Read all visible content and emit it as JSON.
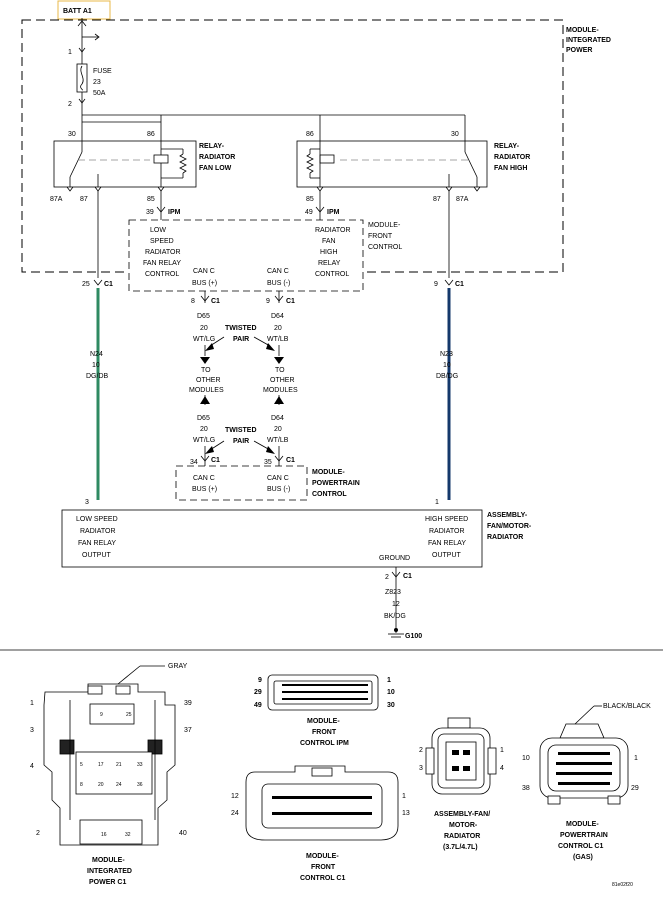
{
  "batt": "BATT A1",
  "mip": {
    "title": [
      "MODULE-",
      "INTEGRATED",
      "POWER"
    ]
  },
  "fuse": {
    "pin_top": "1",
    "pin_bot": "2",
    "label": [
      "FUSE",
      "23",
      "50A"
    ]
  },
  "relay_low": {
    "title": [
      "RELAY-",
      "RADIATOR",
      "FAN LOW"
    ],
    "pins": {
      "p30": "30",
      "p86": "86",
      "p87a": "87A",
      "p87": "87",
      "p85": "85"
    }
  },
  "relay_high": {
    "title": [
      "RELAY-",
      "RADIATOR",
      "FAN HIGH"
    ],
    "pins": {
      "p86": "86",
      "p30": "30",
      "p87": "87",
      "p87a": "87A",
      "p85": "85"
    }
  },
  "ipm_pins": {
    "left": "39",
    "right": "49",
    "conn": "IPM"
  },
  "fcm": {
    "title": [
      "MODULE-",
      "FRONT",
      "CONTROL"
    ],
    "low_text": [
      "LOW",
      "SPEED",
      "RADIATOR",
      "FAN RELAY",
      "CONTROL"
    ],
    "high_text": [
      "RADIATOR",
      "FAN",
      "HIGH",
      "RELAY",
      "CONTROL"
    ],
    "canp": [
      "CAN C",
      "BUS (+)"
    ],
    "canm": [
      "CAN C",
      "BUS (-)"
    ]
  },
  "c1": {
    "label": "C1",
    "p25": "25",
    "p9r": "9",
    "p8": "8",
    "p9": "9",
    "p34": "34",
    "p35": "35",
    "p3": "3",
    "p1": "1"
  },
  "wires": {
    "d65_top": [
      "D65",
      "20",
      "WT/LG"
    ],
    "d64_top": [
      "D64",
      "20",
      "WT/LB"
    ],
    "d65_bot": [
      "D65",
      "20",
      "WT/LG"
    ],
    "d64_bot": [
      "D64",
      "20",
      "WT/LB"
    ],
    "n24": [
      "N24",
      "10",
      "DG/DB"
    ],
    "n23": [
      "N23",
      "10",
      "DB/DG"
    ],
    "z823": [
      "Z823",
      "12",
      "BK/DG"
    ]
  },
  "twisted": [
    "TWISTED",
    "PAIR"
  ],
  "to_other": [
    "TO",
    "OTHER",
    "MODULES"
  ],
  "pcm": {
    "title": [
      "MODULE-",
      "POWERTRAIN",
      "CONTROL"
    ],
    "canp": [
      "CAN C",
      "BUS (+)"
    ],
    "canm": [
      "CAN C",
      "BUS (-)"
    ]
  },
  "fan": {
    "title": [
      "ASSEMBLY-",
      "FAN/MOTOR-",
      "RADIATOR"
    ],
    "low": [
      "LOW SPEED",
      "RADIATOR",
      "FAN RELAY",
      "OUTPUT"
    ],
    "high": [
      "HIGH SPEED",
      "RADIATOR",
      "FAN RELAY",
      "OUTPUT"
    ],
    "ground": "GROUND",
    "gpin": "2",
    "gc1": "C1"
  },
  "g100": "G100",
  "conn_mipc1": {
    "color": "GRAY",
    "nums": [
      "1",
      "39",
      "3",
      "37",
      "4",
      "2",
      "40"
    ],
    "inner": [
      "9",
      "25",
      "5",
      "17",
      "21",
      "33",
      "8",
      "20",
      "24",
      "36",
      "16",
      "32"
    ],
    "title": [
      "MODULE-",
      "INTEGRATED",
      "POWER C1"
    ]
  },
  "conn_fcm_ipm": {
    "nums": [
      "9",
      "1",
      "29",
      "10",
      "49",
      "30"
    ],
    "title": [
      "MODULE-",
      "FRONT",
      "CONTROL IPM"
    ]
  },
  "conn_fcm_c1": {
    "nums": [
      "12",
      "1",
      "24",
      "13"
    ],
    "title": [
      "MODULE-",
      "FRONT",
      "CONTROL C1"
    ]
  },
  "conn_fan": {
    "nums": [
      "1",
      "2",
      "3",
      "4"
    ],
    "title": [
      "ASSEMBLY-FAN/",
      "MOTOR-",
      "RADIATOR",
      "(3.7L/4.7L)"
    ]
  },
  "conn_pcm": {
    "color": "BLACK/BLACK",
    "nums": [
      "10",
      "1",
      "38",
      "29"
    ],
    "title": [
      "MODULE-",
      "POWERTRAIN",
      "CONTROL C1",
      "(GAS)"
    ]
  },
  "code": "81e02f20",
  "colors": {
    "wire_green": "#2e8a62",
    "wire_blue": "#14386b",
    "line": "#000000",
    "box_border": "#e8b84a"
  }
}
